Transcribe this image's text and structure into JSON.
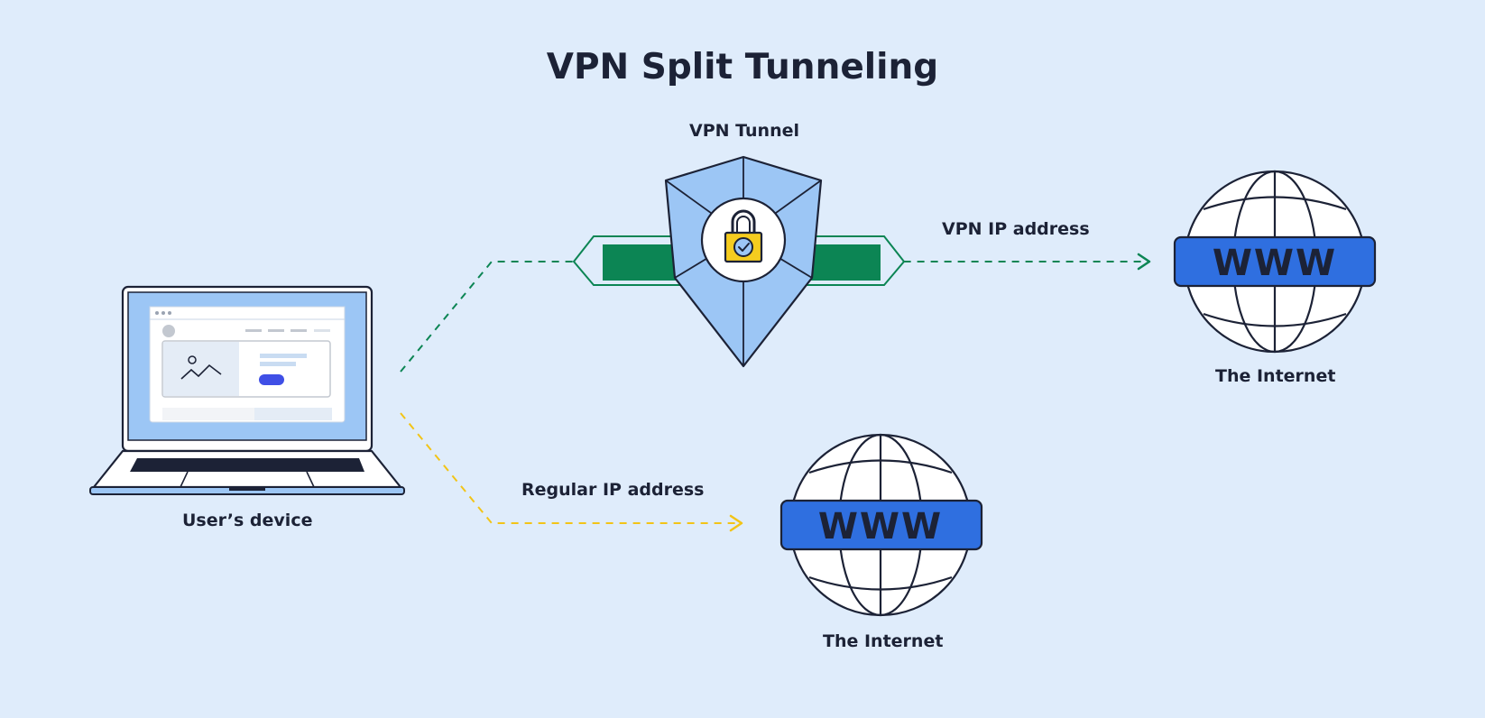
{
  "title": "VPN Split Tunneling",
  "labels": {
    "vpn_tunnel": "VPN Tunnel",
    "vpn_ip": "VPN IP address",
    "regular_ip": "Regular IP address",
    "user_device": "User’s device",
    "internet_top": "The Internet",
    "internet_bottom": "The Internet"
  },
  "www_text": "WWW",
  "colors": {
    "background": "#dfecfb",
    "text": "#1c2236",
    "shield": "#9cc6f5",
    "tunnel_green": "#0c8554",
    "lock_yellow": "#f5cc1f",
    "www_banner": "#2f6fe0",
    "regular_path": "#f2c417",
    "vpn_path": "#0c8554",
    "screen": "#9cc6f5",
    "button": "#3f4fe6"
  }
}
